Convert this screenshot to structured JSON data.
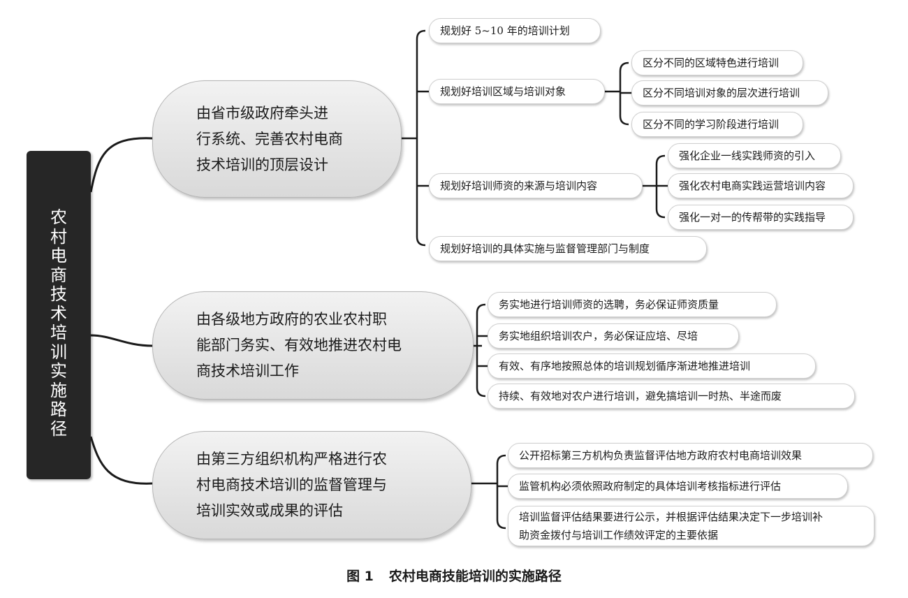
{
  "root": {
    "text": "农\n村\n电\n商\n技\n术\n培\n训\n实\n施\n路\n径"
  },
  "branches": [
    {
      "text": "由省市级政府牵头进\n行系统、完善农村电商\n技术培训的顶层设计"
    },
    {
      "text": "由各级地方政府的农业农村职\n能部门务实、有效地推进农村电\n商技术培训工作"
    },
    {
      "text": "由第三方组织机构严格进行农\n村电商技术培训的监督管理与\n培训实效或成果的评估"
    }
  ],
  "b1_items": [
    {
      "text": "规划好 5~10 年的培训计划"
    },
    {
      "text": "规划好培训区域与培训对象"
    },
    {
      "text": "规划好培训师资的来源与培训内容"
    },
    {
      "text": "规划好培训的具体实施与监督管理部门与制度"
    }
  ],
  "b1_sub1": [
    {
      "text": "区分不同的区域特色进行培训"
    },
    {
      "text": "区分不同培训对象的层次进行培训"
    },
    {
      "text": "区分不同的学习阶段进行培训"
    }
  ],
  "b1_sub2": [
    {
      "text": "强化企业一线实践师资的引入"
    },
    {
      "text": "强化农村电商实践运营培训内容"
    },
    {
      "text": "强化一对一的传帮带的实践指导"
    }
  ],
  "b2_items": [
    {
      "text": "务实地进行培训师资的选聘，务必保证师资质量"
    },
    {
      "text": "务实地组织培训农户，务必保证应培、尽培"
    },
    {
      "text": "有效、有序地按照总体的培训规划循序渐进地推进培训"
    },
    {
      "text": "持续、有效地对农户进行培训，避免搞培训一时热、半途而废"
    }
  ],
  "b3_items": [
    {
      "text": "公开招标第三方机构负责监督评估地方政府农村电商培训效果"
    },
    {
      "text": "监管机构必须依照政府制定的具体培训考核指标进行评估"
    },
    {
      "text": "培训监督评估结果要进行公示，并根据评估结果决定下一步培训补\n助资金拨付与培训工作绩效评定的主要依据"
    }
  ],
  "caption": {
    "number": "图 1",
    "title": "农村电商技能培训的实施路径"
  },
  "colors": {
    "root_fill": "#262626",
    "branch_fill": "#e3e3e3",
    "line": "#1a1a1a"
  }
}
